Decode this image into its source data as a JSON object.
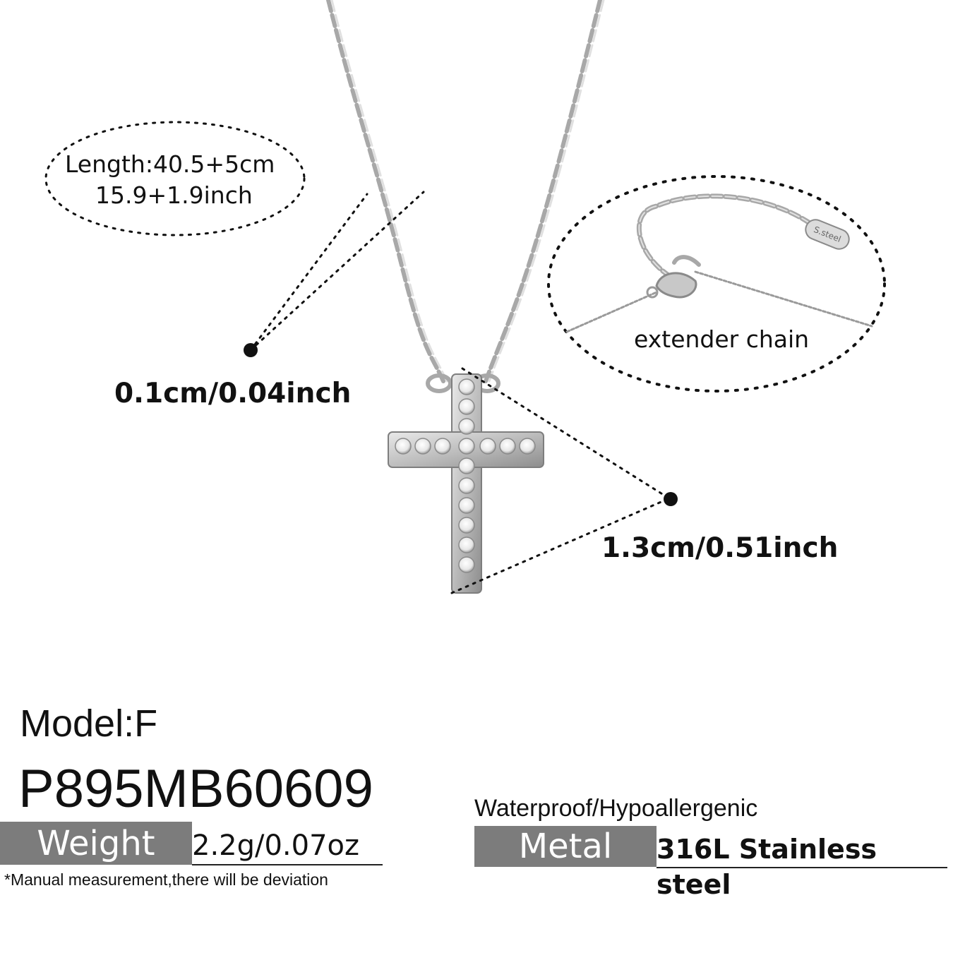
{
  "callouts": {
    "length_line1": "Length:40.5+5cm",
    "length_line2": "15.9+1.9inch",
    "thickness": "0.1cm/0.04inch",
    "pendant_size": "1.3cm/0.51inch",
    "extender": "extender chain",
    "clasp_tag": "S.steel"
  },
  "product": {
    "model": "Model:F",
    "sku": "P895MB60609",
    "weight_label": "Weight",
    "weight_value": "2.2g/0.07oz",
    "note": "*Manual measurement,there will be deviation",
    "features": "Waterproof/Hypoallergenic",
    "metal_label": "Metal",
    "metal_value": "316L Stainless steel"
  },
  "colors": {
    "label_bg": "#7c7c7c",
    "label_text": "#ffffff",
    "metal_silver": "#c9c9c9",
    "text": "#111111"
  },
  "icons": {
    "pendant": "cross-pendant-icon",
    "chain": "chain-icon",
    "clasp": "lobster-clasp-icon"
  }
}
